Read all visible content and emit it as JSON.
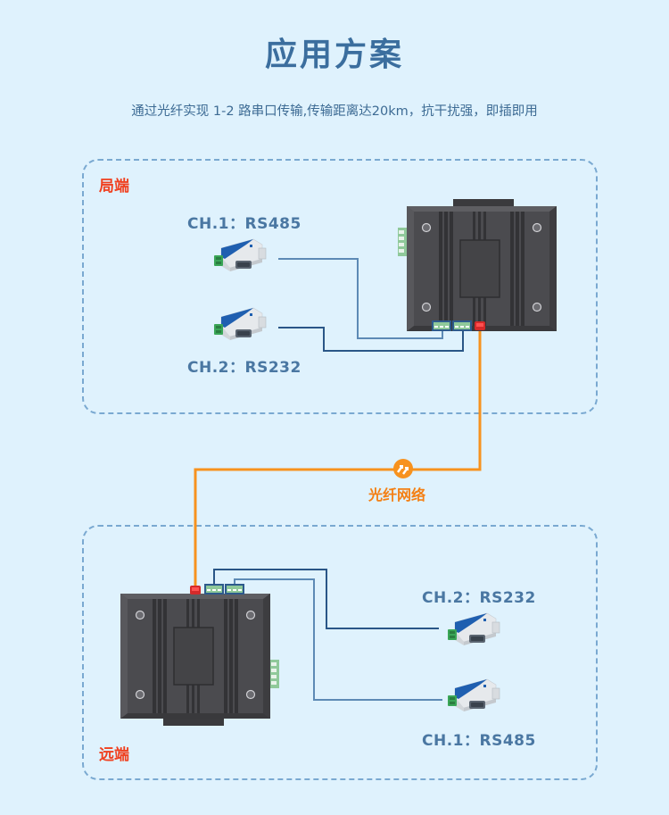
{
  "header": {
    "title": "应用方案",
    "subtitle": "通过光纤实现 1-2 路串口传输,传输距离达20km，抗干扰强，即插即用"
  },
  "local_site": {
    "label": "局端",
    "channels": [
      {
        "label": "CH.1：RS485"
      },
      {
        "label": "CH.2：RS232"
      }
    ]
  },
  "remote_site": {
    "label": "远端",
    "channels": [
      {
        "label": "CH.2：RS232"
      },
      {
        "label": "CH.1：RS485"
      }
    ]
  },
  "fiber": {
    "label": "光纤网络",
    "icon": "fiber-link-icon"
  },
  "colors": {
    "title": "#3b6e9e",
    "text": "#4a77a2",
    "site_label": "#f0401f",
    "fiber": "#f7921e",
    "line_dark": "#2a5687",
    "line_light": "#5d8ab5",
    "zone_border": "#7aa9d1",
    "background": "#dff2fd"
  }
}
